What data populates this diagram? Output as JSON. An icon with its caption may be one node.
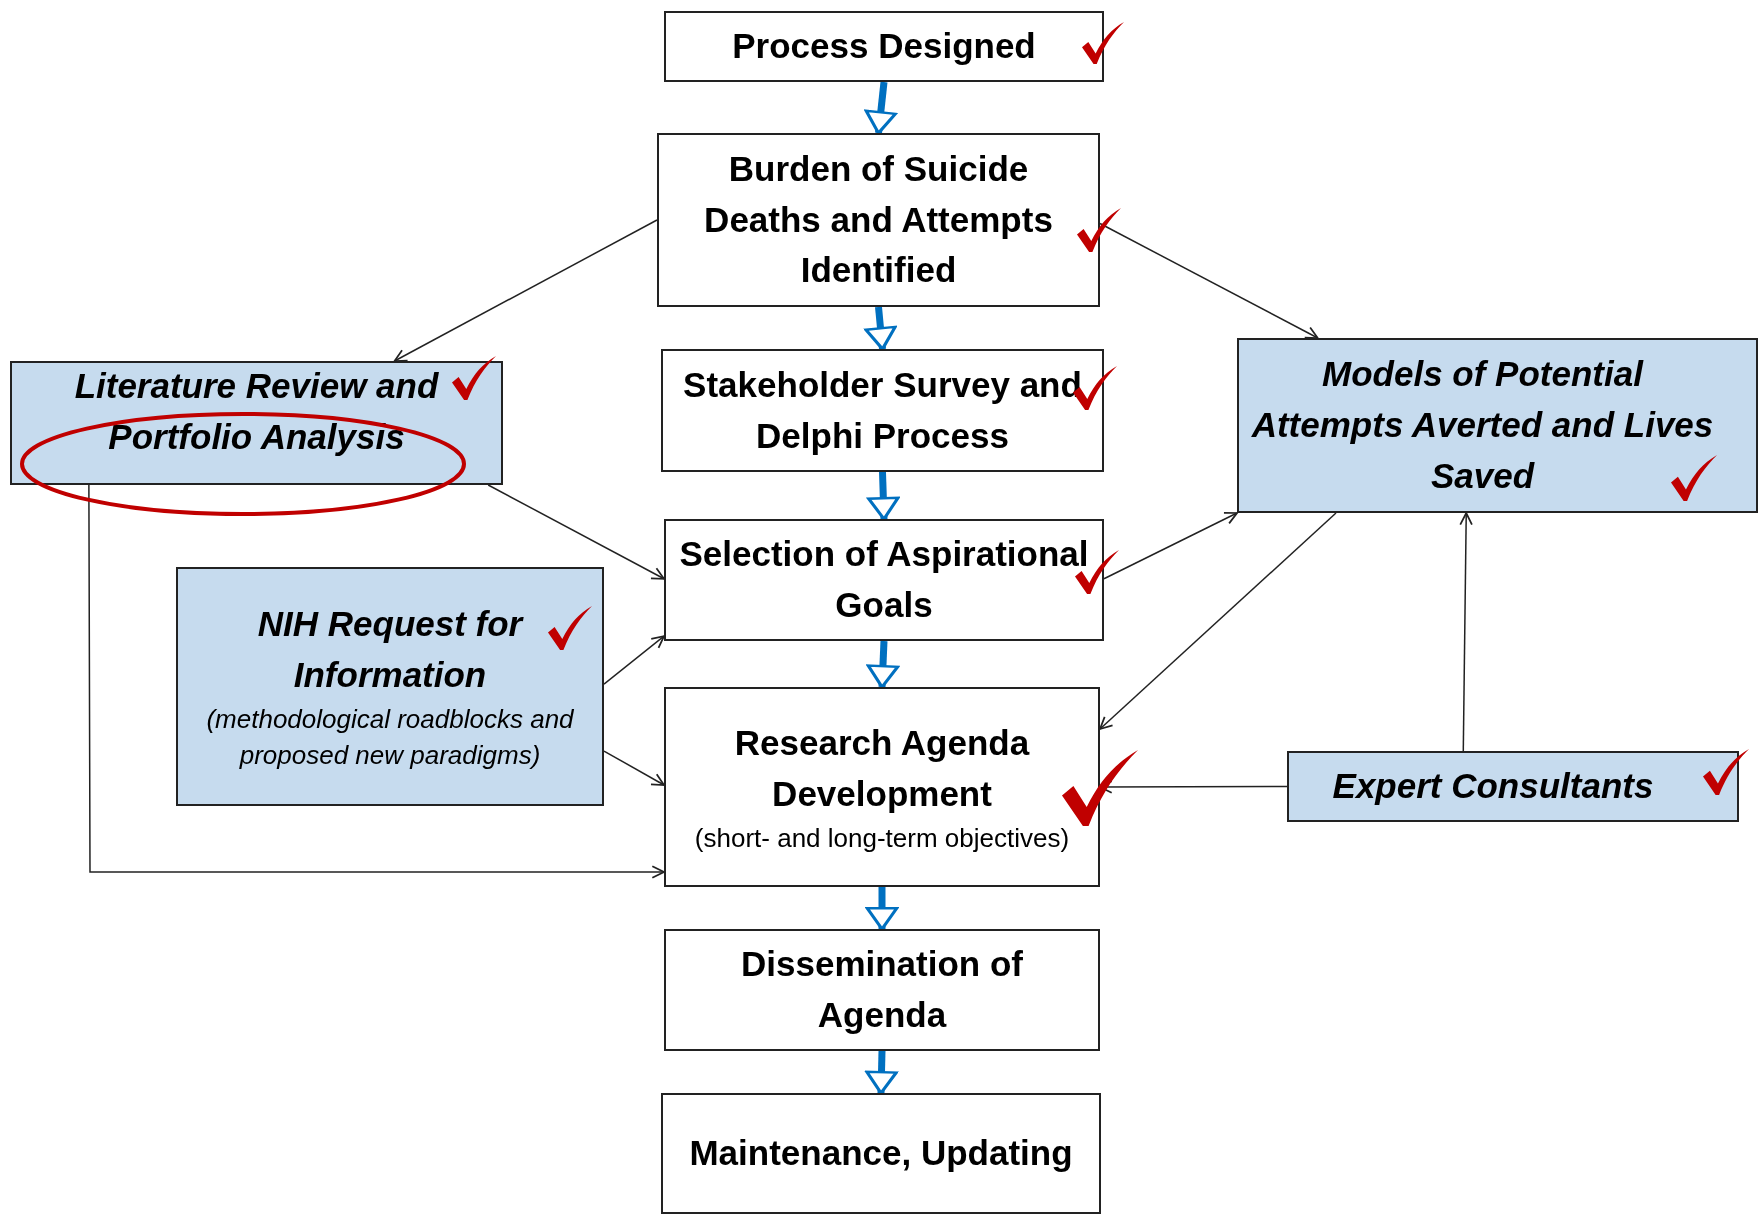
{
  "diagram": {
    "nodes": [
      {
        "text": [
          "Process Designed"
        ]
      },
      {
        "text": [
          "Burden of Suicide Deaths and Attempts Identified"
        ]
      },
      {
        "text": [
          "Stakeholder Survey and Delphi Process"
        ]
      },
      {
        "text": [
          "Selection of Aspirational Goals"
        ]
      },
      {
        "text": [
          "Research Agenda Development",
          "(short- and long-term objectives)"
        ]
      },
      {
        "text": [
          "Dissemination of Agenda"
        ]
      },
      {
        "text": [
          "Maintenance, Updating"
        ]
      },
      {
        "text": [
          "Literature Review and Portfolio Analysis"
        ]
      },
      {
        "text": [
          "NIH Request for Information",
          "(methodological roadblocks and proposed new paradigms)"
        ]
      },
      {
        "text": [
          "Models of Potential Attempts Averted and Lives Saved"
        ]
      },
      {
        "text": [
          "Expert Consultants"
        ]
      }
    ],
    "edges": [
      {
        "from": 0,
        "to": 1,
        "arrow": "to",
        "style": "thick",
        "color": "#0070c0"
      },
      {
        "from": 1,
        "to": 2,
        "arrow": "to",
        "style": "thick",
        "color": "#0070c0"
      },
      {
        "from": 2,
        "to": 3,
        "arrow": "to",
        "style": "thick",
        "color": "#0070c0"
      },
      {
        "from": 3,
        "to": 4,
        "arrow": "to",
        "style": "thick",
        "color": "#0070c0"
      },
      {
        "from": 4,
        "to": 5,
        "arrow": "to",
        "style": "thick",
        "color": "#0070c0"
      },
      {
        "from": 5,
        "to": 6,
        "arrow": "to",
        "style": "thick",
        "color": "#0070c0"
      },
      {
        "from": 1,
        "to": 7,
        "arrow": "to"
      },
      {
        "from": 1,
        "to": 9,
        "arrow": "to"
      },
      {
        "from": 7,
        "to": 3,
        "arrow": "to"
      },
      {
        "from": 8,
        "to": 3,
        "arrow": "to"
      },
      {
        "from": 8,
        "to": 4,
        "arrow": "to"
      },
      {
        "from": 7,
        "to": 4,
        "arrow": "to"
      },
      {
        "from": 3,
        "to": 9,
        "arrow": "to"
      },
      {
        "from": 9,
        "to": 4,
        "arrow": "to"
      },
      {
        "from": 10,
        "to": 4,
        "arrow": "to"
      },
      {
        "from": 10,
        "to": 9,
        "arrow": "to"
      }
    ]
  }
}
